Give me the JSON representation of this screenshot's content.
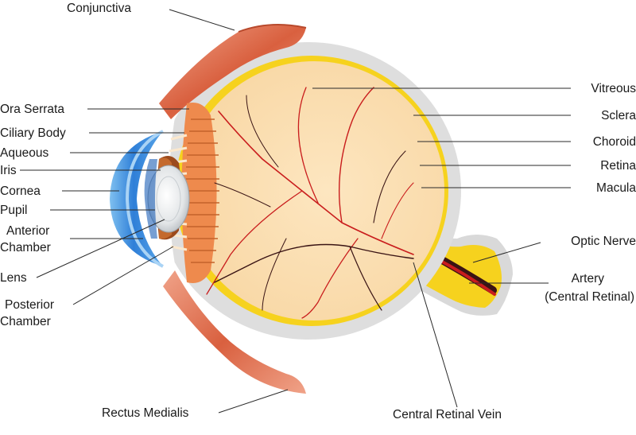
{
  "diagram": {
    "labels": {
      "conjunctiva": "Conjunctiva",
      "ora_serrata": "Ora Serrata",
      "ciliary_body": "Ciliary Body",
      "aqueous": "Aqueous",
      "iris": "Iris",
      "cornea": "Cornea",
      "pupil": "Pupil",
      "anterior_chamber_1": "Anterior",
      "anterior_chamber_2": "Chamber",
      "lens": "Lens",
      "posterior_chamber_1": "Posterior",
      "posterior_chamber_2": "Chamber",
      "rectus_medialis": "Rectus Medialis",
      "vitreous": "Vitreous",
      "sclera": "Sclera",
      "choroid": "Choroid",
      "retina": "Retina",
      "macula": "Macula",
      "optic_nerve": "Optic Nerve",
      "artery_1": "Artery",
      "artery_2": "(Central Retinal)",
      "central_retinal_vein": "Central Retinal Vein"
    },
    "colors": {
      "sclera": "#dcdcdc",
      "choroid_retina": "#f6d21e",
      "vitreous": "#fbdfb2",
      "muscle": "#e0775a",
      "ciliary": "#e9884f",
      "cornea": "#3f8fe0",
      "cornea_light": "#a9d3f5",
      "lens": "#e3e6e8",
      "vessel": "#d61f1f",
      "vein": "#5a1a1a",
      "optic_nerve": "#f6d21e"
    }
  }
}
